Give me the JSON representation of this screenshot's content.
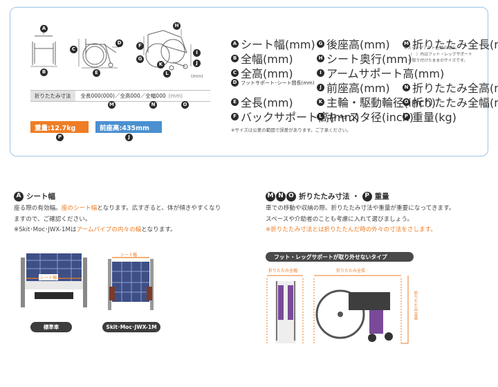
{
  "diagram": {
    "labels": [
      "A",
      "B",
      "C",
      "D",
      "E",
      "F",
      "G",
      "H",
      "I",
      "J",
      "K",
      "L"
    ],
    "unit": "(mm)"
  },
  "spec_bar": {
    "label": "折りたたみ寸法",
    "value": "全長000(000)／全高000／全幅000",
    "unit": "(mm)",
    "markers": [
      "M",
      "N",
      "O"
    ]
  },
  "badges": {
    "weight": "重量:12.7kg",
    "weight_marker": "P",
    "front_seat": "前座高:435mm",
    "front_seat_marker": "J"
  },
  "legend": {
    "items": [
      {
        "letter": "A",
        "text": "シート幅(mm)"
      },
      {
        "letter": "B",
        "text": "全幅(mm)"
      },
      {
        "letter": "C",
        "text": "全高(mm)"
      },
      {
        "letter": "D",
        "text": "フットサポート･シート間長(mm)"
      },
      {
        "letter": "E",
        "text": "全長(mm)"
      },
      {
        "letter": "F",
        "text": "バックサポート高(mm)"
      },
      {
        "letter": "G",
        "text": "後座高(mm)"
      },
      {
        "letter": "H",
        "text": "シート奥行(mm)"
      },
      {
        "letter": "I",
        "text": "アームサポート高(mm)"
      },
      {
        "letter": "J",
        "text": "前座高(mm)"
      },
      {
        "letter": "K",
        "text": "主輪・駆動輪径(inch)"
      },
      {
        "letter": "L",
        "text": "キャスタ径(inch)"
      },
      {
        "letter": "M",
        "text": "折りたたみ全長(mm)"
      },
      {
        "letter": "N",
        "text": "折りたたみ全高(mm)"
      },
      {
        "letter": "O",
        "text": "折りたたみ全幅(mm)"
      },
      {
        "letter": "P",
        "text": "重量(kg)"
      }
    ],
    "swing_note_1": "※スイングアウト仕様の場合、",
    "swing_note_2": "（　）内はフット・レッグサポート",
    "swing_note_3": "を取り付けたままのサイズです。",
    "footnote": "※サイズは公差の範囲で誤差があります。ご了承ください。"
  },
  "seat_width": {
    "letter": "A",
    "title": "シート幅",
    "line1_pre": "座る際の有効幅。",
    "line1_hl": "座のシート幅",
    "line1_post": "となります。広すぎると、体が傾きやすくなり",
    "line2": "ますので、ご確認ください。",
    "line3_pre": "※Skit･Moc･JWX-1Mは",
    "line3_hl": "アームパイプの内々の幅",
    "line3_post": "となります。",
    "photo1_tag": "シート幅",
    "photo1_label": "標準車",
    "photo2_tag": "シート幅",
    "photo2_label": "Skit･Moc･JWX-1M"
  },
  "folding": {
    "letters": [
      "M",
      "N",
      "O"
    ],
    "title_mid": "折りたたみ寸法 ・",
    "letter_p": "P",
    "title_end": "重量",
    "line1": "車での移動や収納の際、折りたたみ寸法や重量が重要になってきます。",
    "line2": "スペースや介助者のことも考慮に入れて選びましょう。",
    "line3_hl": "※折りたたみ寸法とは折りたたんだ時の外々の寸法をさします。",
    "ribbon": "フット・レッグサポートが取り外せないタイプ",
    "tag_width": "折りたたみ全幅",
    "tag_length": "折りたたみ全長",
    "tag_height": "折りたたみ全高"
  },
  "colors": {
    "accent_orange": "#ee7d25",
    "accent_blue": "#4a90d1",
    "frame_border": "#9ec3e6"
  }
}
